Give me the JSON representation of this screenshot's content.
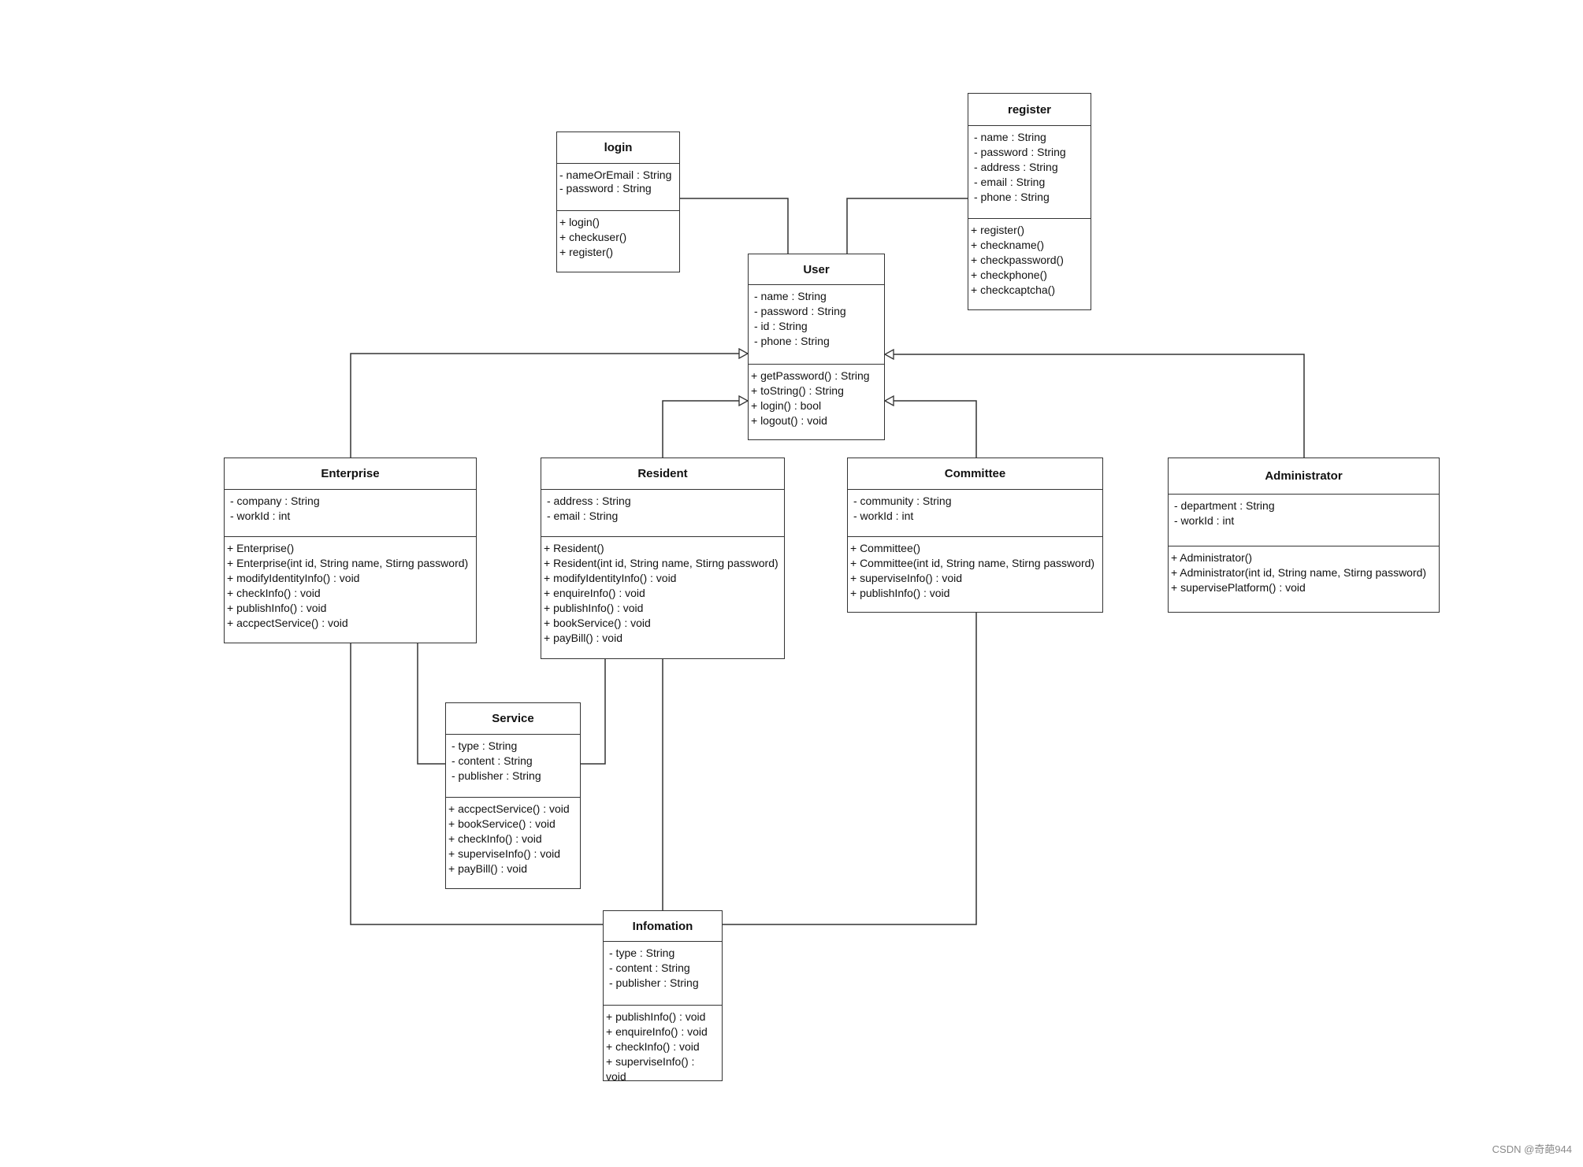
{
  "classes": {
    "login": {
      "name": "login",
      "attributes": [
        "- nameOrEmail : String",
        "- password : String"
      ],
      "operations": [
        "+ login()",
        "+ checkuser()",
        "+ register()"
      ]
    },
    "register": {
      "name": "register",
      "attributes": [
        "- name : String",
        "- password : String",
        "- address : String",
        "- email : String",
        "- phone : String"
      ],
      "operations": [
        "+ register()",
        "+ checkname()",
        "+ checkpassword()",
        "+ checkphone()",
        "+ checkcaptcha()"
      ]
    },
    "user": {
      "name": "User",
      "attributes": [
        "- name : String",
        "- password : String",
        "- id : String",
        "- phone : String"
      ],
      "operations": [
        "+ getPassword() : String",
        "+ toString() : String",
        "+ login() : bool",
        "+ logout() : void"
      ]
    },
    "enterprise": {
      "name": "Enterprise",
      "attributes": [
        "- company : String",
        "- workId : int"
      ],
      "operations": [
        "+ Enterprise()",
        "+ Enterprise(int id, String name, Stirng password)",
        "+ modifyIdentityInfo() : void",
        "+ checkInfo() : void",
        "+ publishInfo() : void",
        "+ accpectService() : void"
      ]
    },
    "resident": {
      "name": "Resident",
      "attributes": [
        "- address : String",
        "- email : String"
      ],
      "operations": [
        "+ Resident()",
        "+ Resident(int id, String name, Stirng password)",
        "+ modifyIdentityInfo() : void",
        "+ enquireInfo() : void",
        "+ publishInfo() : void",
        "+ bookService() : void",
        "+ payBill() : void"
      ]
    },
    "committee": {
      "name": "Committee",
      "attributes": [
        "- community : String",
        "- workId : int"
      ],
      "operations": [
        "+ Committee()",
        "+ Committee(int id, String name, Stirng password)",
        "+ superviseInfo() : void",
        "+ publishInfo() : void"
      ]
    },
    "administrator": {
      "name": "Administrator",
      "attributes": [
        "- department : String",
        "- workId : int"
      ],
      "operations": [
        "+ Administrator()",
        "+ Administrator(int id, String name, Stirng password)",
        "+ supervisePlatform() : void"
      ]
    },
    "service": {
      "name": "Service",
      "attributes": [
        "- type : String",
        "- content : String",
        "- publisher : String"
      ],
      "operations": [
        "+ accpectService() : void",
        "+ bookService() : void",
        "+ checkInfo() : void",
        "+ superviseInfo() : void",
        "+ payBill() : void"
      ]
    },
    "infomation": {
      "name": "Infomation",
      "attributes": [
        "- type : String",
        "- content : String",
        "- publisher : String"
      ],
      "operations": [
        "+ publishInfo() : void",
        "+ enquireInfo() : void",
        "+ checkInfo() : void",
        "+ superviseInfo() : void"
      ]
    }
  },
  "watermark": "CSDN @奇葩944",
  "colors": {
    "line": "#333333",
    "background": "#ffffff",
    "watermark": "#8a8a8a"
  }
}
